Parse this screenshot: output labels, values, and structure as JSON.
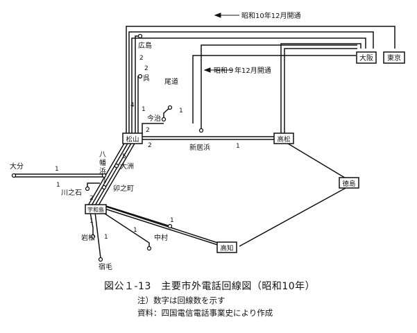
{
  "stations": {
    "tokyo": "東京",
    "osaka": "大阪",
    "hiroshima": "広島",
    "onomichi": "尾道",
    "kure": "呉",
    "imabari": "今治",
    "matsuyama": "松山",
    "takamatsu": "高松",
    "niihama": "新居浜",
    "yawatahama_1": "八",
    "yawatahama_2": "幡",
    "yawatahama_3": "浜",
    "ozu": "大洲",
    "unomachi": "卯之町",
    "oita": "大分",
    "kawanoishi": "川之石",
    "uwajima": "宇和島",
    "iwamatsu": "岩松",
    "sukumo": "宿毛",
    "nakamura": "中村",
    "kochi": "高知",
    "tokushima": "徳島"
  },
  "annotations": {
    "showa10_dec": "昭和10年12月開通",
    "showa9_dec": "昭和９年12月開通"
  },
  "line_counts": {
    "hiroshima_link": "2",
    "kure_link": "2",
    "matsuyama_trunk": "4",
    "kure_short": "1",
    "imabari_onomichi": "1",
    "matsuyama_imabari": "2",
    "matsuyama_takamatsu": "2",
    "niihama_takamatsu": "1",
    "yawatahama_ozu": "5",
    "oita_link": "1",
    "kawanoishi_link": "1",
    "ozu_unomachi": "1",
    "unomachi_uwajima": "2",
    "uwajima_iwamatsu": "1",
    "iwamatsu_sukumo": "1",
    "uwajima_nakamura": "1",
    "uwajima_kochi": "1"
  },
  "caption": {
    "title": "図公１-13　主要市外電話回線図（昭和10年）",
    "note": "注）数字は回線数を示す",
    "source": "資料：四国電信電話事業史により作成"
  }
}
